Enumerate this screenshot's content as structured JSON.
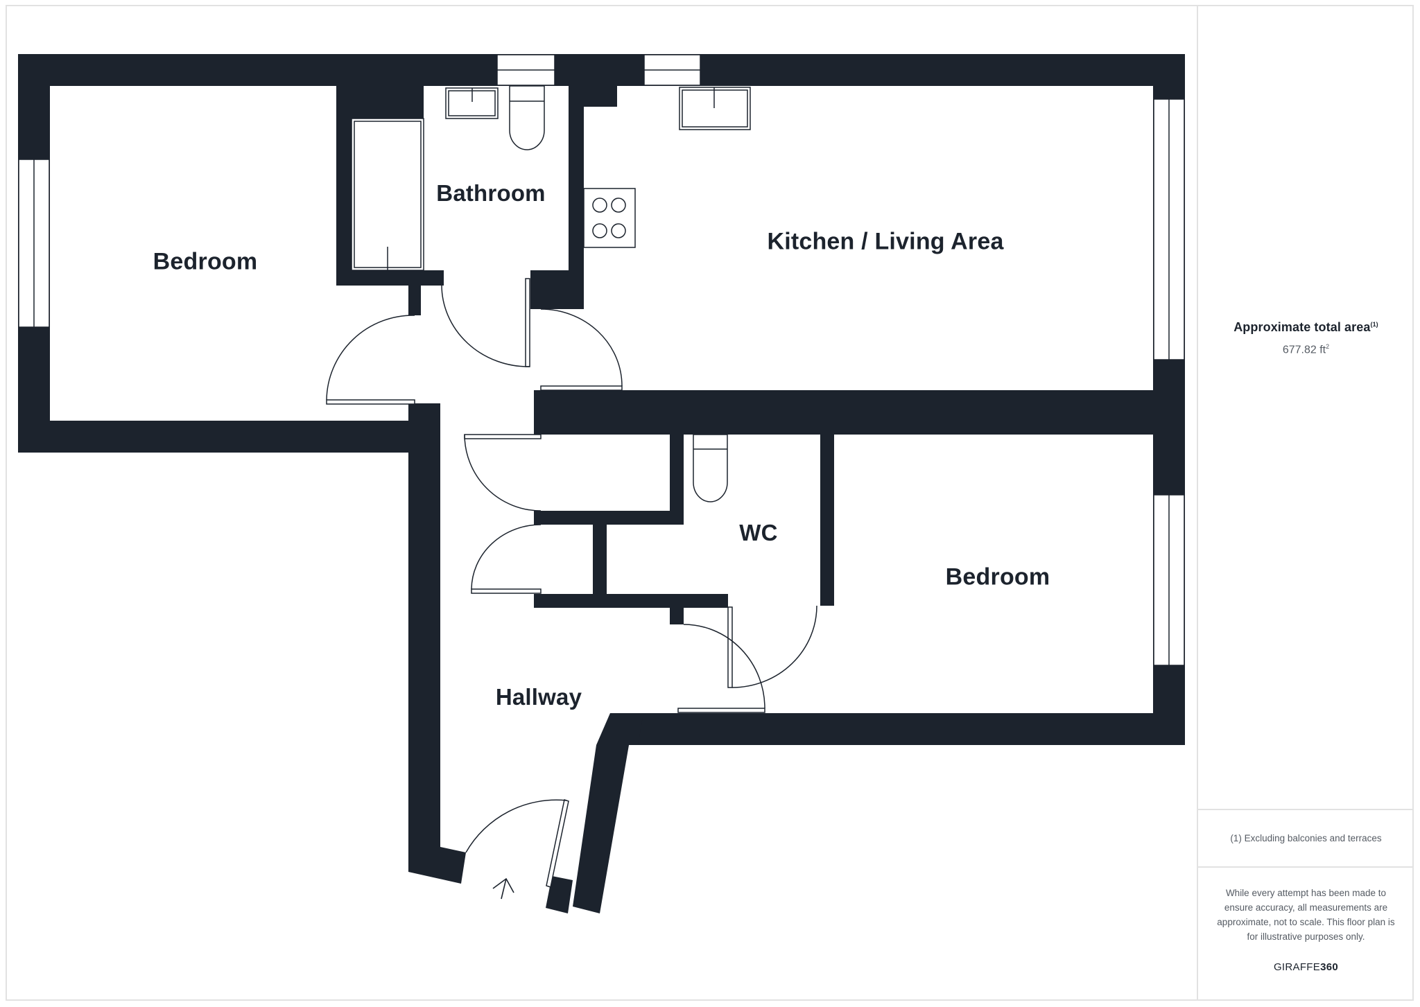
{
  "plan": {
    "colors": {
      "wall": "#1c232d",
      "fixture": "#1c232d",
      "background": "#ffffff",
      "frame": "#e2e2e2"
    },
    "rooms": [
      {
        "id": "bedroom-1",
        "label": "Bedroom"
      },
      {
        "id": "bathroom",
        "label": "Bathroom"
      },
      {
        "id": "kitchen-living",
        "label": "Kitchen / Living Area"
      },
      {
        "id": "wc",
        "label": "WC"
      },
      {
        "id": "bedroom-2",
        "label": "Bedroom"
      },
      {
        "id": "hallway",
        "label": "Hallway"
      }
    ],
    "entrance_icon": "arrow-up-icon"
  },
  "sidebar": {
    "area_title": "Approximate total area",
    "area_footnote_marker": "(1)",
    "area_value": "677.82 ft",
    "area_unit_superscript": "2",
    "footnote": "(1) Excluding balconies and terraces",
    "disclaimer": "While every attempt has been made to ensure accuracy, all measurements are approximate, not to scale. This floor plan is for illustrative purposes only.",
    "brand_prefix": "GIRAFFE",
    "brand_suffix": "360"
  }
}
